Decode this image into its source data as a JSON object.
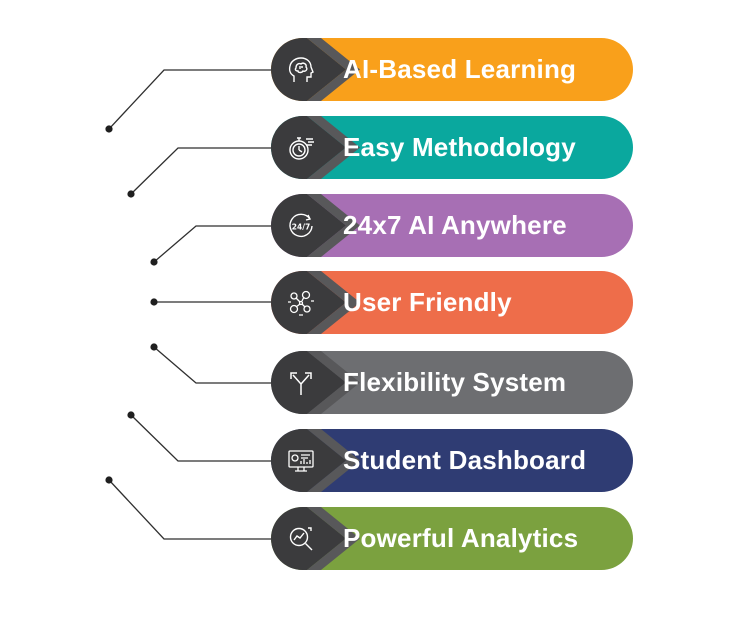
{
  "colors": {
    "cap_dark": "#3b3b3d",
    "cap_mid": "#58585a",
    "line": "#2f2f2f"
  },
  "items": [
    {
      "label": "AI-Based Learning",
      "color": "#f9a01b",
      "icon": "brain-head-icon"
    },
    {
      "label": "Easy Methodology",
      "color": "#0aa89e",
      "icon": "stopwatch-icon"
    },
    {
      "label": "24x7 AI Anywhere",
      "color": "#a76fb4",
      "icon": "clock-24-7-icon"
    },
    {
      "label": "User Friendly",
      "color": "#ee6d4a",
      "icon": "users-network-icon"
    },
    {
      "label": "Flexibility System",
      "color": "#6d6e71",
      "icon": "split-arrows-icon"
    },
    {
      "label": "Student Dashboard",
      "color": "#2f3c73",
      "icon": "monitor-dashboard-icon"
    },
    {
      "label": "Powerful Analytics",
      "color": "#7ba13f",
      "icon": "magnifier-chart-icon"
    }
  ]
}
